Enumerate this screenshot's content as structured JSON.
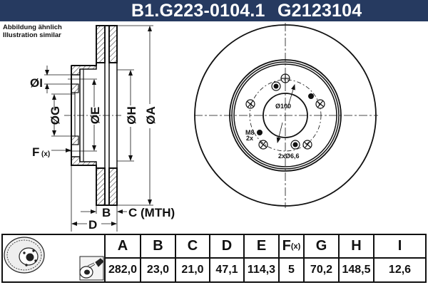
{
  "header": {
    "part_number": "B1.G223-0104.1",
    "alt_number": "G2123104",
    "background": "#263a60"
  },
  "caption": {
    "line1": "Abbildung ähnlich",
    "line2": "Illustration similar"
  },
  "side_view": {
    "labels": {
      "I": "ØI",
      "G": "ØG",
      "E": "ØE",
      "H": "ØH",
      "A": "ØA",
      "F": "F",
      "F_sub": "(x)",
      "B": "B",
      "C": "C (MTH)",
      "D": "D"
    }
  },
  "front_view": {
    "bolt_circle_label": "Ø100",
    "thread_label": "M8",
    "thread_count": "2x",
    "hole_label": "2xØ6,6"
  },
  "spec_table": {
    "columns": [
      {
        "key": "A",
        "label": "A",
        "value": "282,0"
      },
      {
        "key": "B",
        "label": "B",
        "value": "23,0"
      },
      {
        "key": "C",
        "label": "C",
        "value": "21,0"
      },
      {
        "key": "D",
        "label": "D",
        "value": "47,1"
      },
      {
        "key": "E",
        "label": "E",
        "value": "114,3"
      },
      {
        "key": "F",
        "label": "F",
        "label_sub": "(x)",
        "value": "5"
      },
      {
        "key": "G",
        "label": "G",
        "value": "70,2"
      },
      {
        "key": "H",
        "label": "H",
        "value": "148,5"
      },
      {
        "key": "I",
        "label": "I",
        "value": "12,6"
      }
    ],
    "icons": [
      "brake-disc-perspective-icon",
      "cleaning-spray-icon"
    ]
  }
}
